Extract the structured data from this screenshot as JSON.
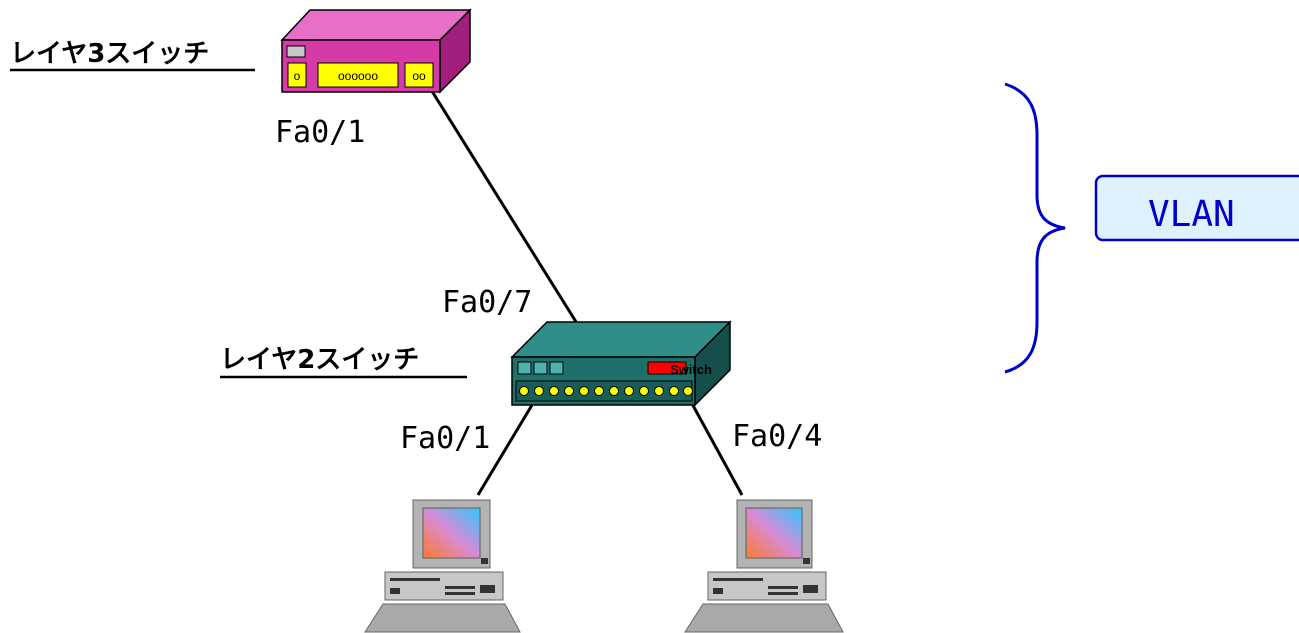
{
  "labels": {
    "l3_switch": "レイヤ3スイッチ",
    "l2_switch": "レイヤ2スイッチ",
    "l3_port": "Fa0/1",
    "l2_uplink_port": "Fa0/7",
    "l2_port_left": "Fa0/1",
    "l2_port_right": "Fa0/4",
    "vlan": "VLAN",
    "switch_badge": "Switch",
    "l3_port_a": "o",
    "l3_port_b": "oooooo",
    "l3_port_c": "oo"
  },
  "colors": {
    "l3_switch": "#d63aa6",
    "l2_switch": "#1f6f6a",
    "bracket": "#0000cc",
    "vlan_box_fill": "#dff1ff"
  }
}
